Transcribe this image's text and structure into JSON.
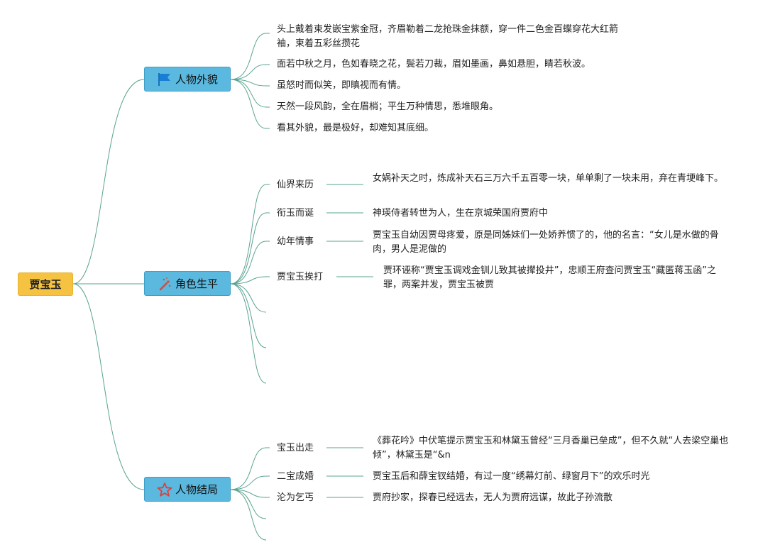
{
  "root": {
    "label": "贾宝玉"
  },
  "branches": [
    {
      "label": "人物外貌",
      "icon": "blue-flag-icon",
      "items": [
        {
          "text": "头上戴着束发嵌宝紫金冠，齐眉勒着二龙抢珠金抹额，穿一件二色金百蝶穿花大红箭袖，束着五彩丝攒花"
        },
        {
          "text": "面若中秋之月，色如春晓之花，鬓若刀裁，眉如墨画，鼻如悬胆，睛若秋波。"
        },
        {
          "text": "虽怒时而似笑，即瞋视而有情。"
        },
        {
          "text": "天然一段风韵，全在眉梢；平生万种情思，悉堆眼角。"
        },
        {
          "text": "看其外貌，最是极好，却难知其底细。"
        }
      ]
    },
    {
      "label": "角色生平",
      "icon": "sparkle-wand-icon",
      "items": [
        {
          "label": "仙界来历",
          "detail": "女娲补天之时，炼成补天石三万六千五百零一块，单单剩了一块未用，弃在青埂峰下。"
        },
        {
          "label": "衔玉而诞",
          "detail": "神瑛侍者转世为人，生在京城荣国府贾府中"
        },
        {
          "label": "幼年情事",
          "detail": "贾宝玉自幼因贾母疼爱，原是同姊妹们一处娇养惯了的，他的名言：“女儿是水做的骨肉，男人是泥做的"
        },
        {
          "label": "贾宝玉挨打",
          "detail": "贾环诬称“贾宝玉调戏金钏儿致其被撵投井”，忠顺王府查问贾宝玉“藏匿蒋玉函”之罪，两案并发，贾宝玉被贾"
        },
        {
          "label": "",
          "detail": ""
        },
        {
          "label": "",
          "detail": ""
        },
        {
          "label": "",
          "detail": ""
        }
      ]
    },
    {
      "label": "人物结局",
      "icon": "red-star-icon",
      "items": [
        {
          "label": "宝玉出走",
          "detail": "《葬花吟》中伏笔提示贾宝玉和林黛玉曾经“三月香巢已垒成”，但不久就“人去梁空巢也倾”，林黛玉是“&n"
        },
        {
          "label": "二宝成婚",
          "detail": "贾宝玉后和薛宝钗结婚，有过一度“绣幕灯前、绿窗月下”的欢乐时光"
        },
        {
          "label": "沦为乞丐",
          "detail": "贾府抄家，探春已经远去，无人为贾府远谋，故此子孙流散"
        },
        {
          "label": "",
          "detail": ""
        },
        {
          "label": "",
          "detail": ""
        }
      ]
    }
  ],
  "colors": {
    "root": "#f5c242",
    "branch": "#5bb8de",
    "line": "#5aa392",
    "flag": "#1a7fd4",
    "star": "#d94040"
  }
}
